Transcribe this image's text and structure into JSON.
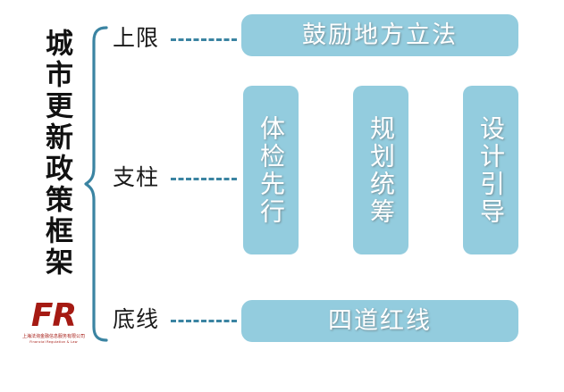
{
  "title": {
    "vertical_text": "城市更新政策框架"
  },
  "brace": {
    "color": "#3B84A2"
  },
  "categories": [
    {
      "label": "上限",
      "name": "category-upper-limit"
    },
    {
      "label": "支柱",
      "name": "category-pillar"
    },
    {
      "label": "底线",
      "name": "category-bottom-line"
    }
  ],
  "boxes": {
    "top": {
      "text": "鼓励地方立法"
    },
    "bottom": {
      "text": "四道红线"
    },
    "pillars": [
      {
        "text": "体检先行"
      },
      {
        "text": "规划统筹"
      },
      {
        "text": "设计引导"
      }
    ]
  },
  "logo": {
    "mark": "FR",
    "company_cn": "上海法询金融信息服务有限公司",
    "company_en": "Financial Regulation & Law",
    "color": "#A51A13"
  },
  "colors": {
    "box_fill": "#93CCDE",
    "brace": "#3B84A2",
    "text_dark": "#111111",
    "box_text": "#FFFFFF",
    "background": "#FFFFFF"
  }
}
